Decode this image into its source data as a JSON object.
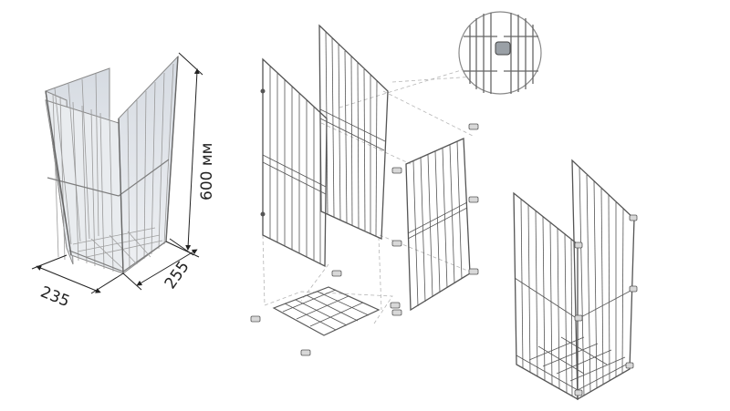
{
  "dimensions": {
    "height_label": "600 мм",
    "width_label": "235",
    "depth_label": "255"
  },
  "colors": {
    "line": "#555555",
    "light_line": "#9a9a9a",
    "shade": "#dfe3e8",
    "dash": "#b5b5b5"
  }
}
